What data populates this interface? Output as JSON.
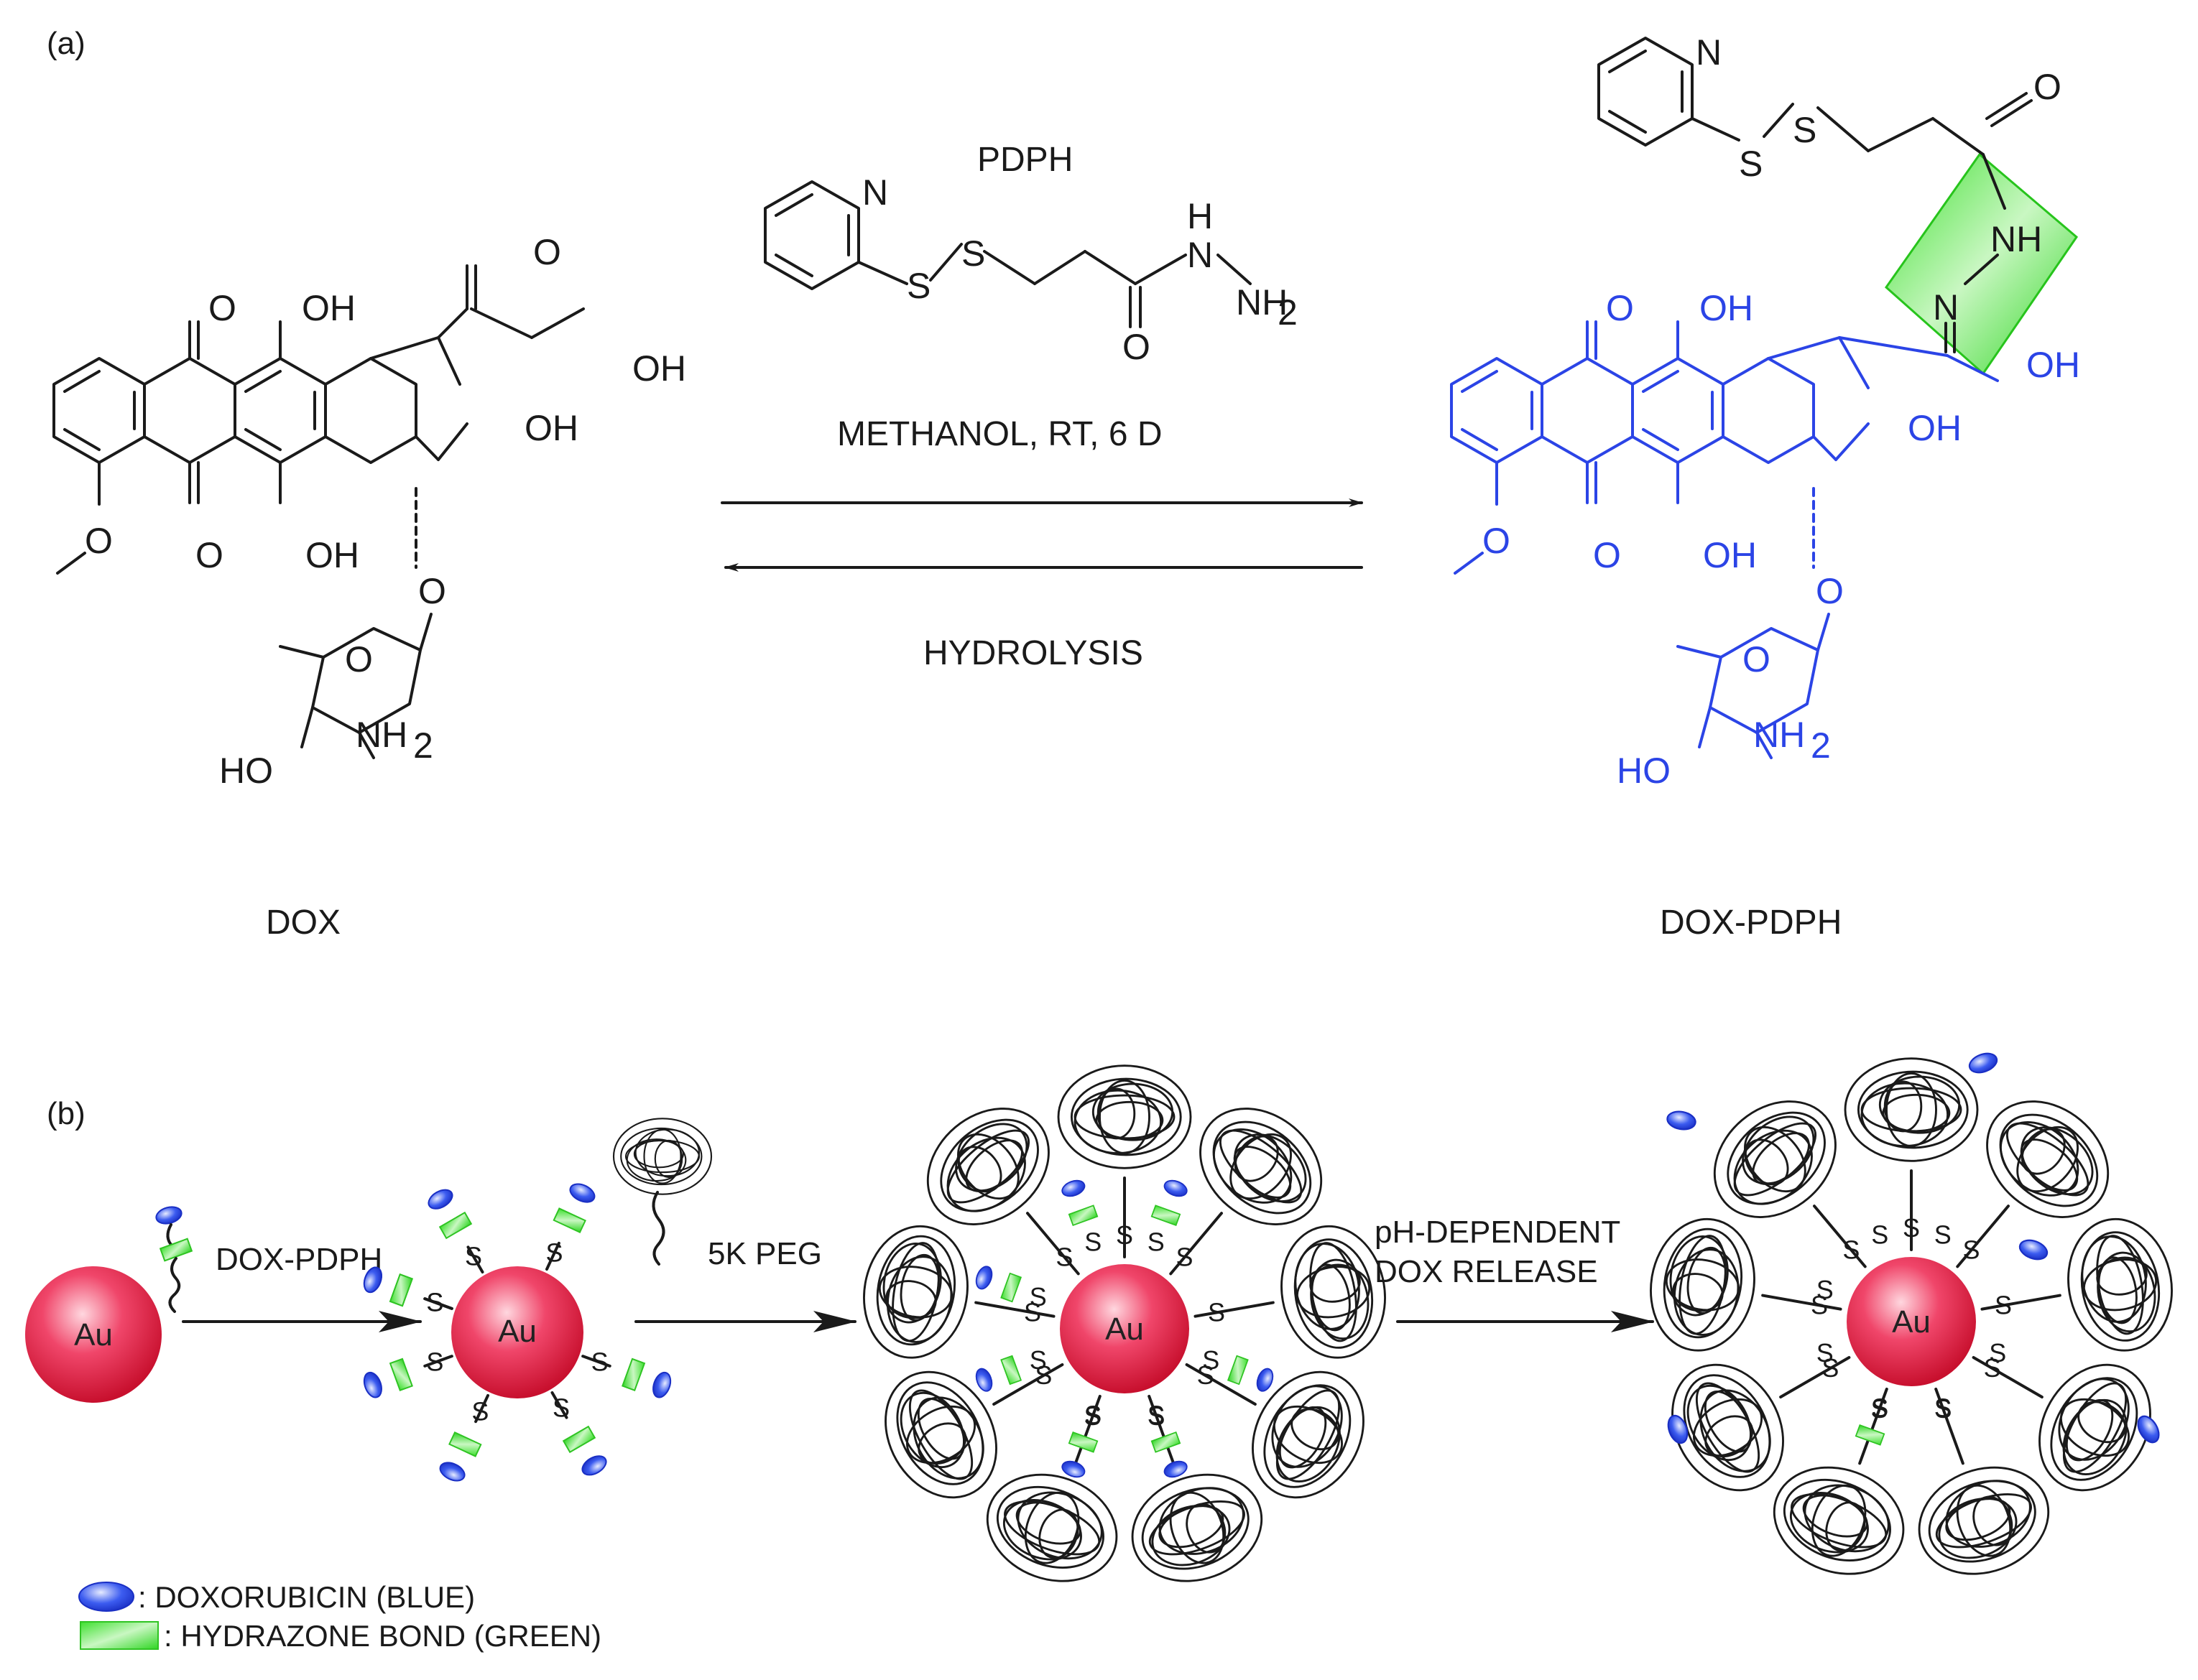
{
  "panels": {
    "a": {
      "label": "(a)",
      "reagent": "PDPH",
      "conditions": "METHANOL, RT, 6 D",
      "reverse": "HYDROLYSIS",
      "reactant_name": "DOX",
      "product_name": "DOX-PDPH",
      "atoms": {
        "O": "O",
        "OH": "OH",
        "N": "N",
        "S": "S",
        "H": "H",
        "NH": "NH",
        "NH2": "NH",
        "sub2": "2",
        "HO": "HO"
      }
    },
    "b": {
      "label": "(b)",
      "step1": "DOX-PDPH",
      "step2": "5K PEG",
      "step3_line1": "pH-DEPENDENT",
      "step3_line2": "DOX RELEASE",
      "particle": "Au",
      "thiol": "S"
    }
  },
  "legend": {
    "doxorubicin": ": DOXORUBICIN (BLUE)",
    "hydrazone": ": HYDRAZONE BOND (GREEN)"
  },
  "colors": {
    "drug_blue": "#2b44e6",
    "hydrazone_green": "#35e22a",
    "gold_red": "#e0153c",
    "ink": "#1a1a1a"
  }
}
